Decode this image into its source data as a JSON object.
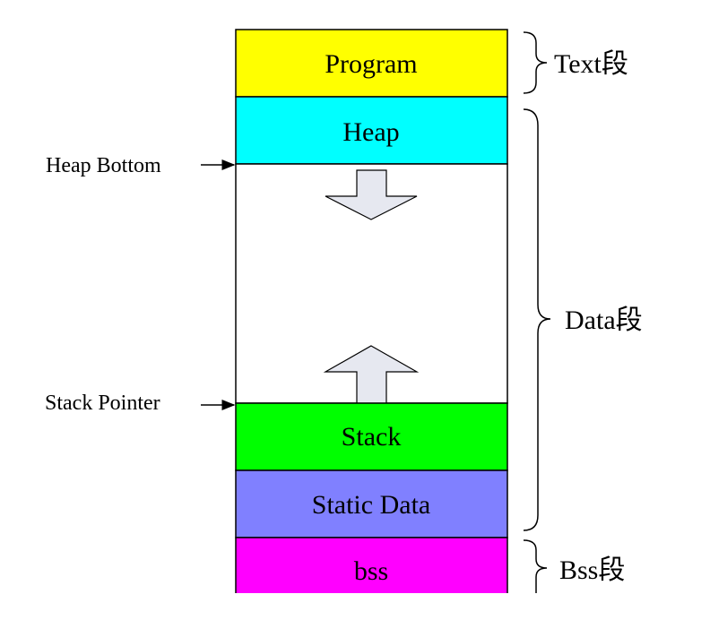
{
  "colors": {
    "program": "#FFFF00",
    "heap": "#00FFFF",
    "gap": "#FFFFFF",
    "stack": "#00FF00",
    "static_data": "#8080FF",
    "bss": "#FF00FF",
    "arrow_fill": "#E6E8F0",
    "stroke": "#000000"
  },
  "segments": {
    "program": "Program",
    "heap": "Heap",
    "stack": "Stack",
    "static_data": "Static Data",
    "bss": "bss"
  },
  "pointers": {
    "heap_bottom": "Heap Bottom",
    "stack_pointer": "Stack Pointer"
  },
  "sections": {
    "text": "Text段",
    "data": "Data段",
    "bss": "Bss段"
  },
  "arrows": {
    "heap_growth": "down-arrow",
    "stack_growth": "up-arrow"
  }
}
